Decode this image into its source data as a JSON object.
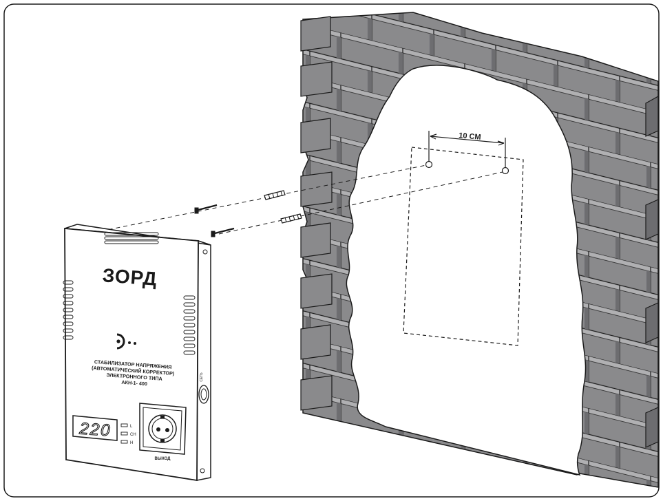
{
  "measurement": {
    "hole_spacing_label": "10 CM"
  },
  "device": {
    "brand": "ЗОРД",
    "description_lines": [
      "СТАБИЛИЗАТОР НАПРЯЖЕНИЯ",
      "(АВТОМАТИЧЕСКИЙ КОРРЕКТОР)",
      "ЭЛЕКТРОННОГО ТИПА",
      "АКН-1- 400"
    ],
    "display_value": "220",
    "indicators": [
      "L",
      "CH",
      "H"
    ],
    "socket_label": "ВЫХОД",
    "switch_label": "СЕТЬ"
  },
  "colors": {
    "brick_front": "#8a8a8c",
    "brick_top": "#b0b0b2",
    "brick_side": "#6d6d70",
    "outline": "#1a1a1a"
  }
}
